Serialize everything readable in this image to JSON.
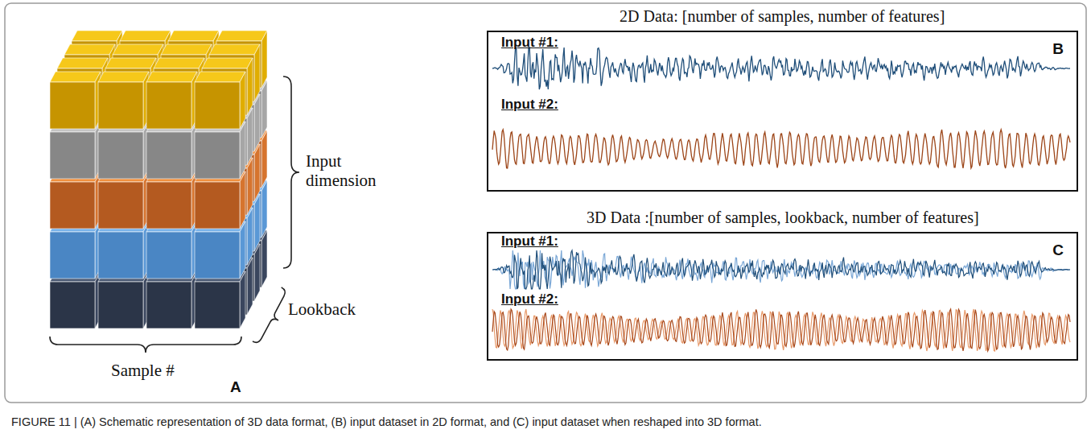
{
  "diagram": {
    "caption": "FIGURE 11 | (A) Schematic representation of 3D data format, (B) input dataset in 2D format, and (C) input dataset when reshaped into 3D format.",
    "nodes": [
      {
        "text": [
          "2D Data: [number of samples, number of features]",
          "Input #1:",
          "Input #2:",
          "B"
        ]
      },
      {
        "text": [
          "3D Data :[number of samples, lookback, number of features]",
          "Input #1:",
          "Input #2:",
          "C"
        ]
      }
    ],
    "labels": [
      "Input dimension",
      "Lookback",
      "Sample #",
      "A"
    ]
  }
}
